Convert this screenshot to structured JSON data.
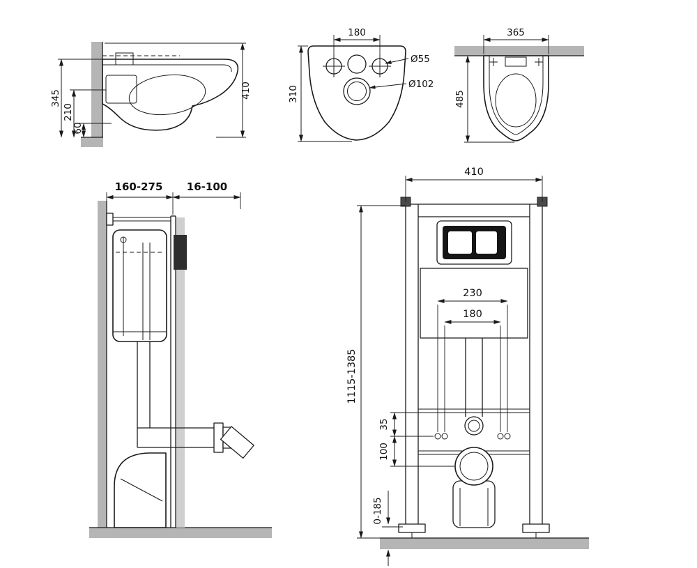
{
  "colors": {
    "line": "#1a1a1a",
    "wall_gray": "#b5b5b5",
    "finish_strip": "#cfcfcf",
    "flush_plate_black": "#151515",
    "bracket_dark": "#4a4a4a",
    "recess_block": "#2e2e2e"
  },
  "toilet_side": {
    "dim_345": "345",
    "dim_210": "210",
    "dim_60": "60",
    "dim_410": "410"
  },
  "toilet_back": {
    "dim_180": "180",
    "dim_d55": "Ø55",
    "dim_d102": "Ø102",
    "dim_310": "310"
  },
  "toilet_top": {
    "dim_365": "365",
    "dim_485": "485"
  },
  "frame_side": {
    "dim_depth": "160-275",
    "dim_finish": "16-100"
  },
  "frame_front": {
    "dim_410": "410",
    "dim_230": "230",
    "dim_180": "180",
    "dim_height": "1115-1385",
    "dim_35": "35",
    "dim_100": "100",
    "dim_floor": "0-185"
  }
}
